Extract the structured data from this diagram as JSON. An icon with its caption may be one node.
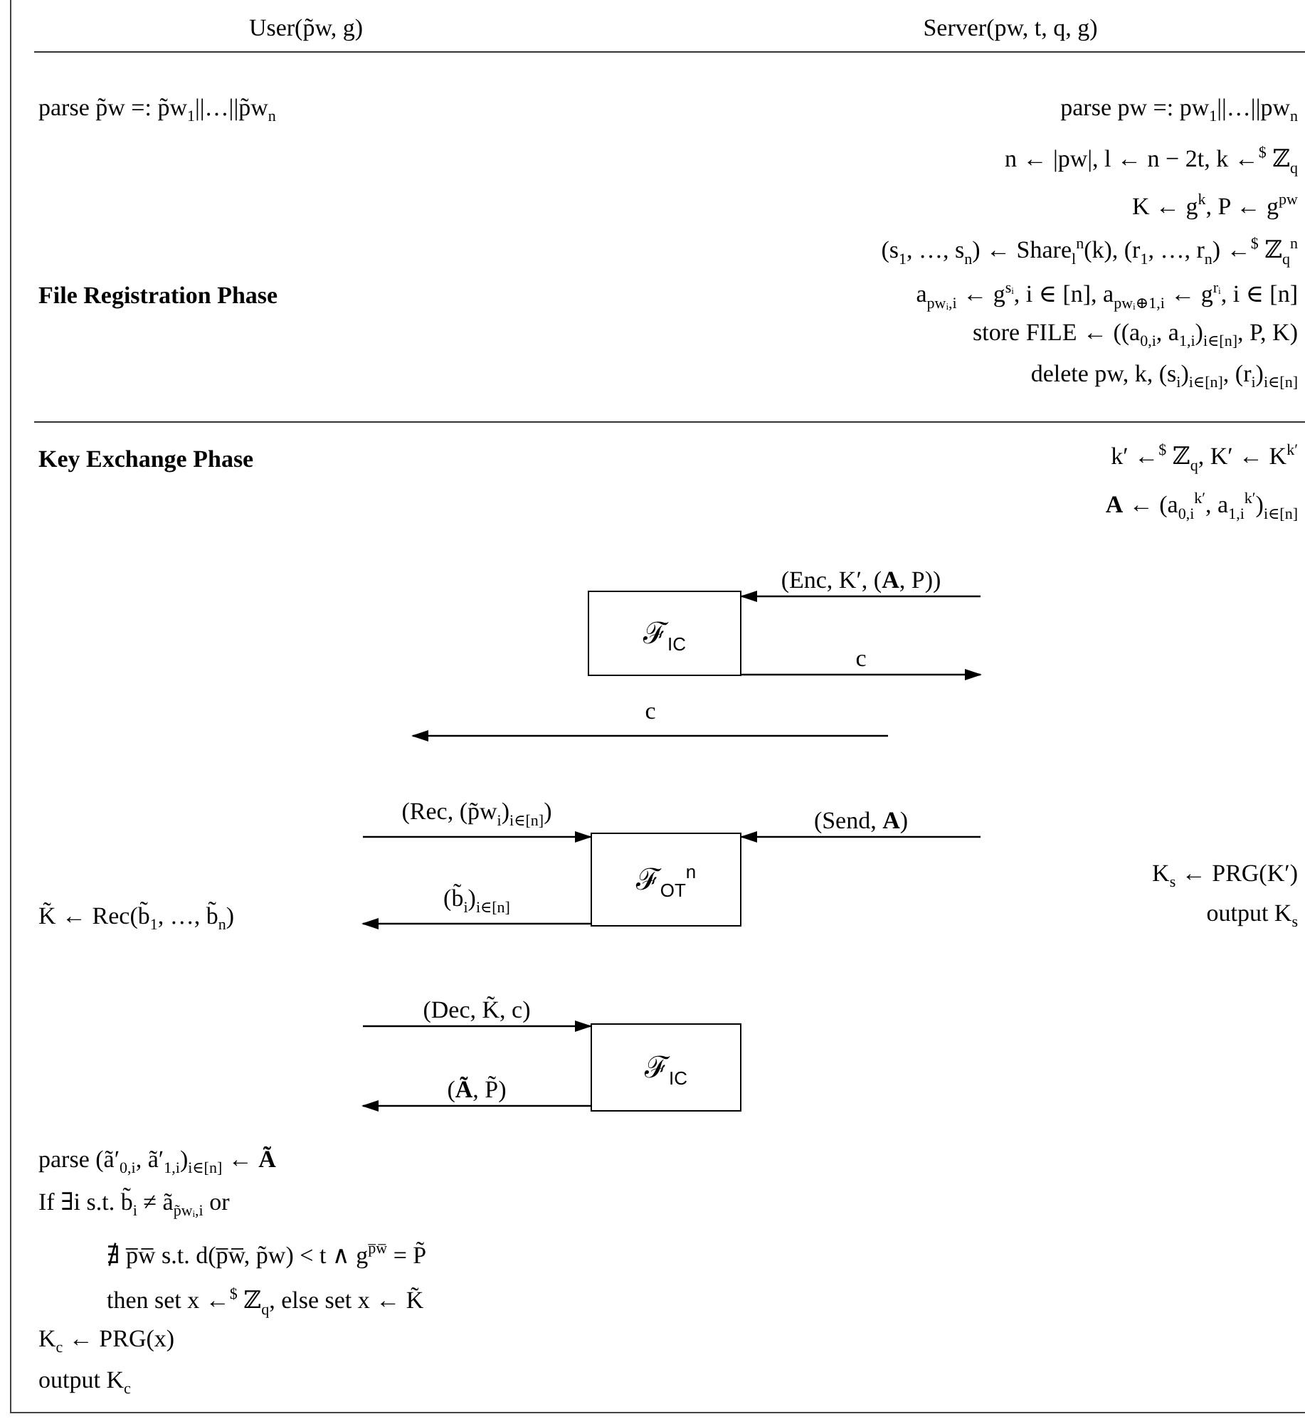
{
  "diagram": {
    "nodes": [
      {
        "text": [
          "ℱ$_{IC}$"
        ]
      },
      {
        "text": [
          "ℱ$_{OT}$$^{n}$"
        ]
      },
      {
        "text": [
          "ℱ$_{IC}$"
        ]
      }
    ],
    "edges": [
      {
        "from": null,
        "to": 0,
        "arrow": "to",
        "label": "(Enc, K′, (**A**, P))"
      },
      {
        "from": 0,
        "to": null,
        "arrow": "to",
        "label": "c"
      },
      {
        "from": null,
        "to": 1,
        "arrow": "to",
        "label": "(Rec, (p̃w$_{i}$)$_{i∈[n]}$)"
      },
      {
        "from": null,
        "to": 1,
        "arrow": "to",
        "label": "(Send, **A**)"
      },
      {
        "from": 1,
        "to": null,
        "arrow": "to",
        "label": "(b̃$_{i}$)$_{i∈[n]}$"
      },
      {
        "from": null,
        "to": 2,
        "arrow": "to",
        "label": "(Dec, K̃, c)"
      },
      {
        "from": 2,
        "to": null,
        "arrow": "to",
        "label": "(**Ã**, P̃)"
      }
    ],
    "labels": [
      "User(p̃w, g)",
      "Server(pw, t, q, g)",
      "parse p̃w =: p̃w$_{1}$||…||p̃w$_{n}$",
      "parse pw =: pw$_{1}$||…||pw$_{n}$",
      "n ← |pw|, l ← n − 2t, k ←$^{$}$ ℤ$_{q}$",
      "K ← g$^{k}$, P ← g$^{pw}$",
      "(s$_{1}$, …, s$_{n}$) ← Share$_{l}$$^{n}$(k), (r$_{1}$, …, r$_{n}$) ←$^{$}$ ℤ$_{q}$$^{n}$",
      "File Registration Phase",
      "a$_{pwᵢ,i}$ ← g$^{sᵢ}$, i ∈ [n], a$_{pwᵢ⊕1,i}$ ← g$^{rᵢ}$, i ∈ [n]",
      "store FILE ← ((a$_{0,i}$, a$_{1,i}$)$_{i∈[n]}$, P, K)",
      "delete pw, k, (s$_{i}$)$_{i∈[n]}$, (r$_{i}$)$_{i∈[n]}$",
      "Key Exchange Phase",
      "k′ ←$^{$}$ ℤ$_{q}$, K′ ← K$^{k′}$",
      "**A** ← (a$_{0,i}$$^{k′}$, a$_{1,i}$$^{k′}$)$_{i∈[n]}$",
      "c",
      "K$_{s}$ ← PRG(K′)",
      "K̃ ← Rec(b̃$_{1}$, …, b̃$_{n}$)",
      "output K$_{s}$",
      "parse (ã′$_{0,i}$, ã′$_{1,i}$)$_{i∈[n]}$ ← **Ã**",
      "If ∃i s.t. b̃$_{i}$ ≠ ã$_{p̃wᵢ,i}$ or",
      "∄ p̅w̅ s.t. d(p̅w̅, p̃w) < t ∧ g$^{p̅w̅}$ = P̃",
      "then set x ←$^{$}$ ℤ$_{q}$, else set x ← K̃",
      "K$_{c}$ ← PRG(x)",
      "output K$_{c}$"
    ]
  }
}
